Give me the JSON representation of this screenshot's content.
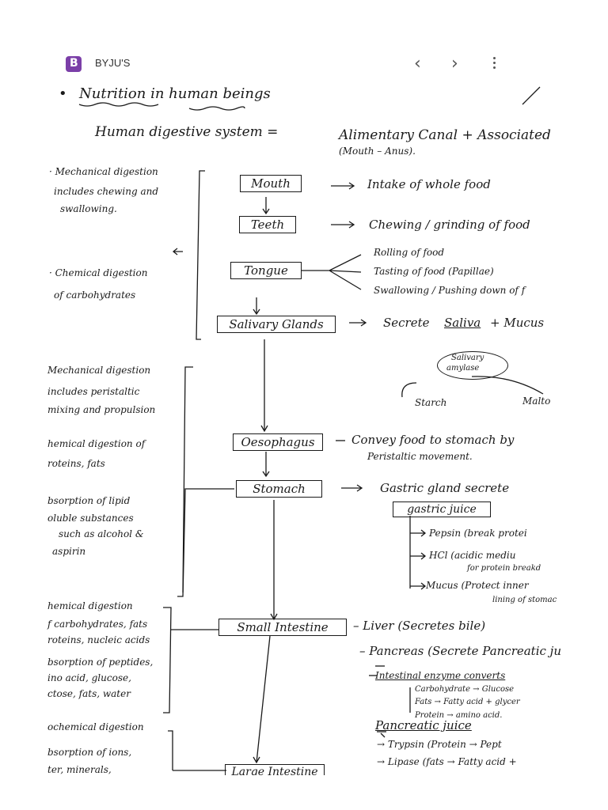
{
  "app": {
    "logo_letter": "B",
    "title": "BYJU'S",
    "back_label": "‹",
    "forward_label": "›"
  },
  "note": {
    "heading": "Nutrition in human beings",
    "bullet": "•",
    "definition_left": "Human digestive system =",
    "definition_right": "Alimentary Canal + Associated",
    "definition_sub": "(Mouth – Anus).",
    "left": {
      "mech1": [
        "· Mechanical digestion",
        "includes chewing and",
        "swallowing."
      ],
      "chem1": [
        "· Chemical digestion",
        "of carbohydrates"
      ],
      "mech2": [
        "Mechanical digestion",
        "includes peristaltic",
        "mixing and propulsion"
      ],
      "chem2": [
        "hemical digestion of",
        "roteins, fats"
      ],
      "abs1": [
        "bsorption of lipid",
        "oluble substances",
        "such as alcohol &",
        "aspirin"
      ],
      "chem3": [
        "hemical digestion",
        "f carbohydrates, fats",
        "roteins, nucleic acids"
      ],
      "abs2": [
        "bsorption of peptides,",
        "ino acid, glucose,",
        "ctose, fats, water"
      ],
      "biochem": "ochemical digestion",
      "abs3": [
        "bsorption of ions,",
        "ter, minerals,"
      ]
    },
    "organs": {
      "mouth": "Mouth",
      "teeth": "Teeth",
      "tongue": "Tongue",
      "salivary": "Salivary Glands",
      "oesophagus": "Oesophagus",
      "stomach": "Stomach",
      "small_intestine": "Small Intestine",
      "large_intestine": "Large Intestine"
    },
    "right": {
      "mouth": "Intake of whole food",
      "teeth": "Chewing / grinding of food",
      "tongue": [
        "Rolling of food",
        "Tasting of food (Papillae)",
        "Swallowing / Pushing down of f"
      ],
      "salivary_a": "Secrete",
      "salivary_b": "Saliva",
      "salivary_c": "+ Mucus",
      "amylase": [
        "Salivary",
        "amylase"
      ],
      "starch": "Starch",
      "maltose": "Malto",
      "oesophagus": [
        "Convey food to stomach by",
        "Peristaltic movement."
      ],
      "stomach": "Gastric gland secrete",
      "gastric": "gastric juice",
      "gastric_items": [
        "Pepsin (break protei",
        "HCl (acidic mediu",
        "for protein breakd",
        "Mucus (Protect inner",
        "lining of stomac"
      ],
      "liver": "– Liver (Secretes bile)",
      "pancreas": "– Pancreas (Secrete Pancreatic ju",
      "intestinal": "Intestinal enzyme converts",
      "intestinal_items": [
        "Carbohydrate → Glucose",
        "Fats → Fatty acid + glycer",
        "Protein → amino acid."
      ],
      "pancreatic": "Pancreatic juice",
      "pancreatic_items": [
        "→ Trypsin (Protein → Pept",
        "→ Lipase (fats → Fatty acid +"
      ]
    },
    "ink_color": "#1a1a1a"
  }
}
